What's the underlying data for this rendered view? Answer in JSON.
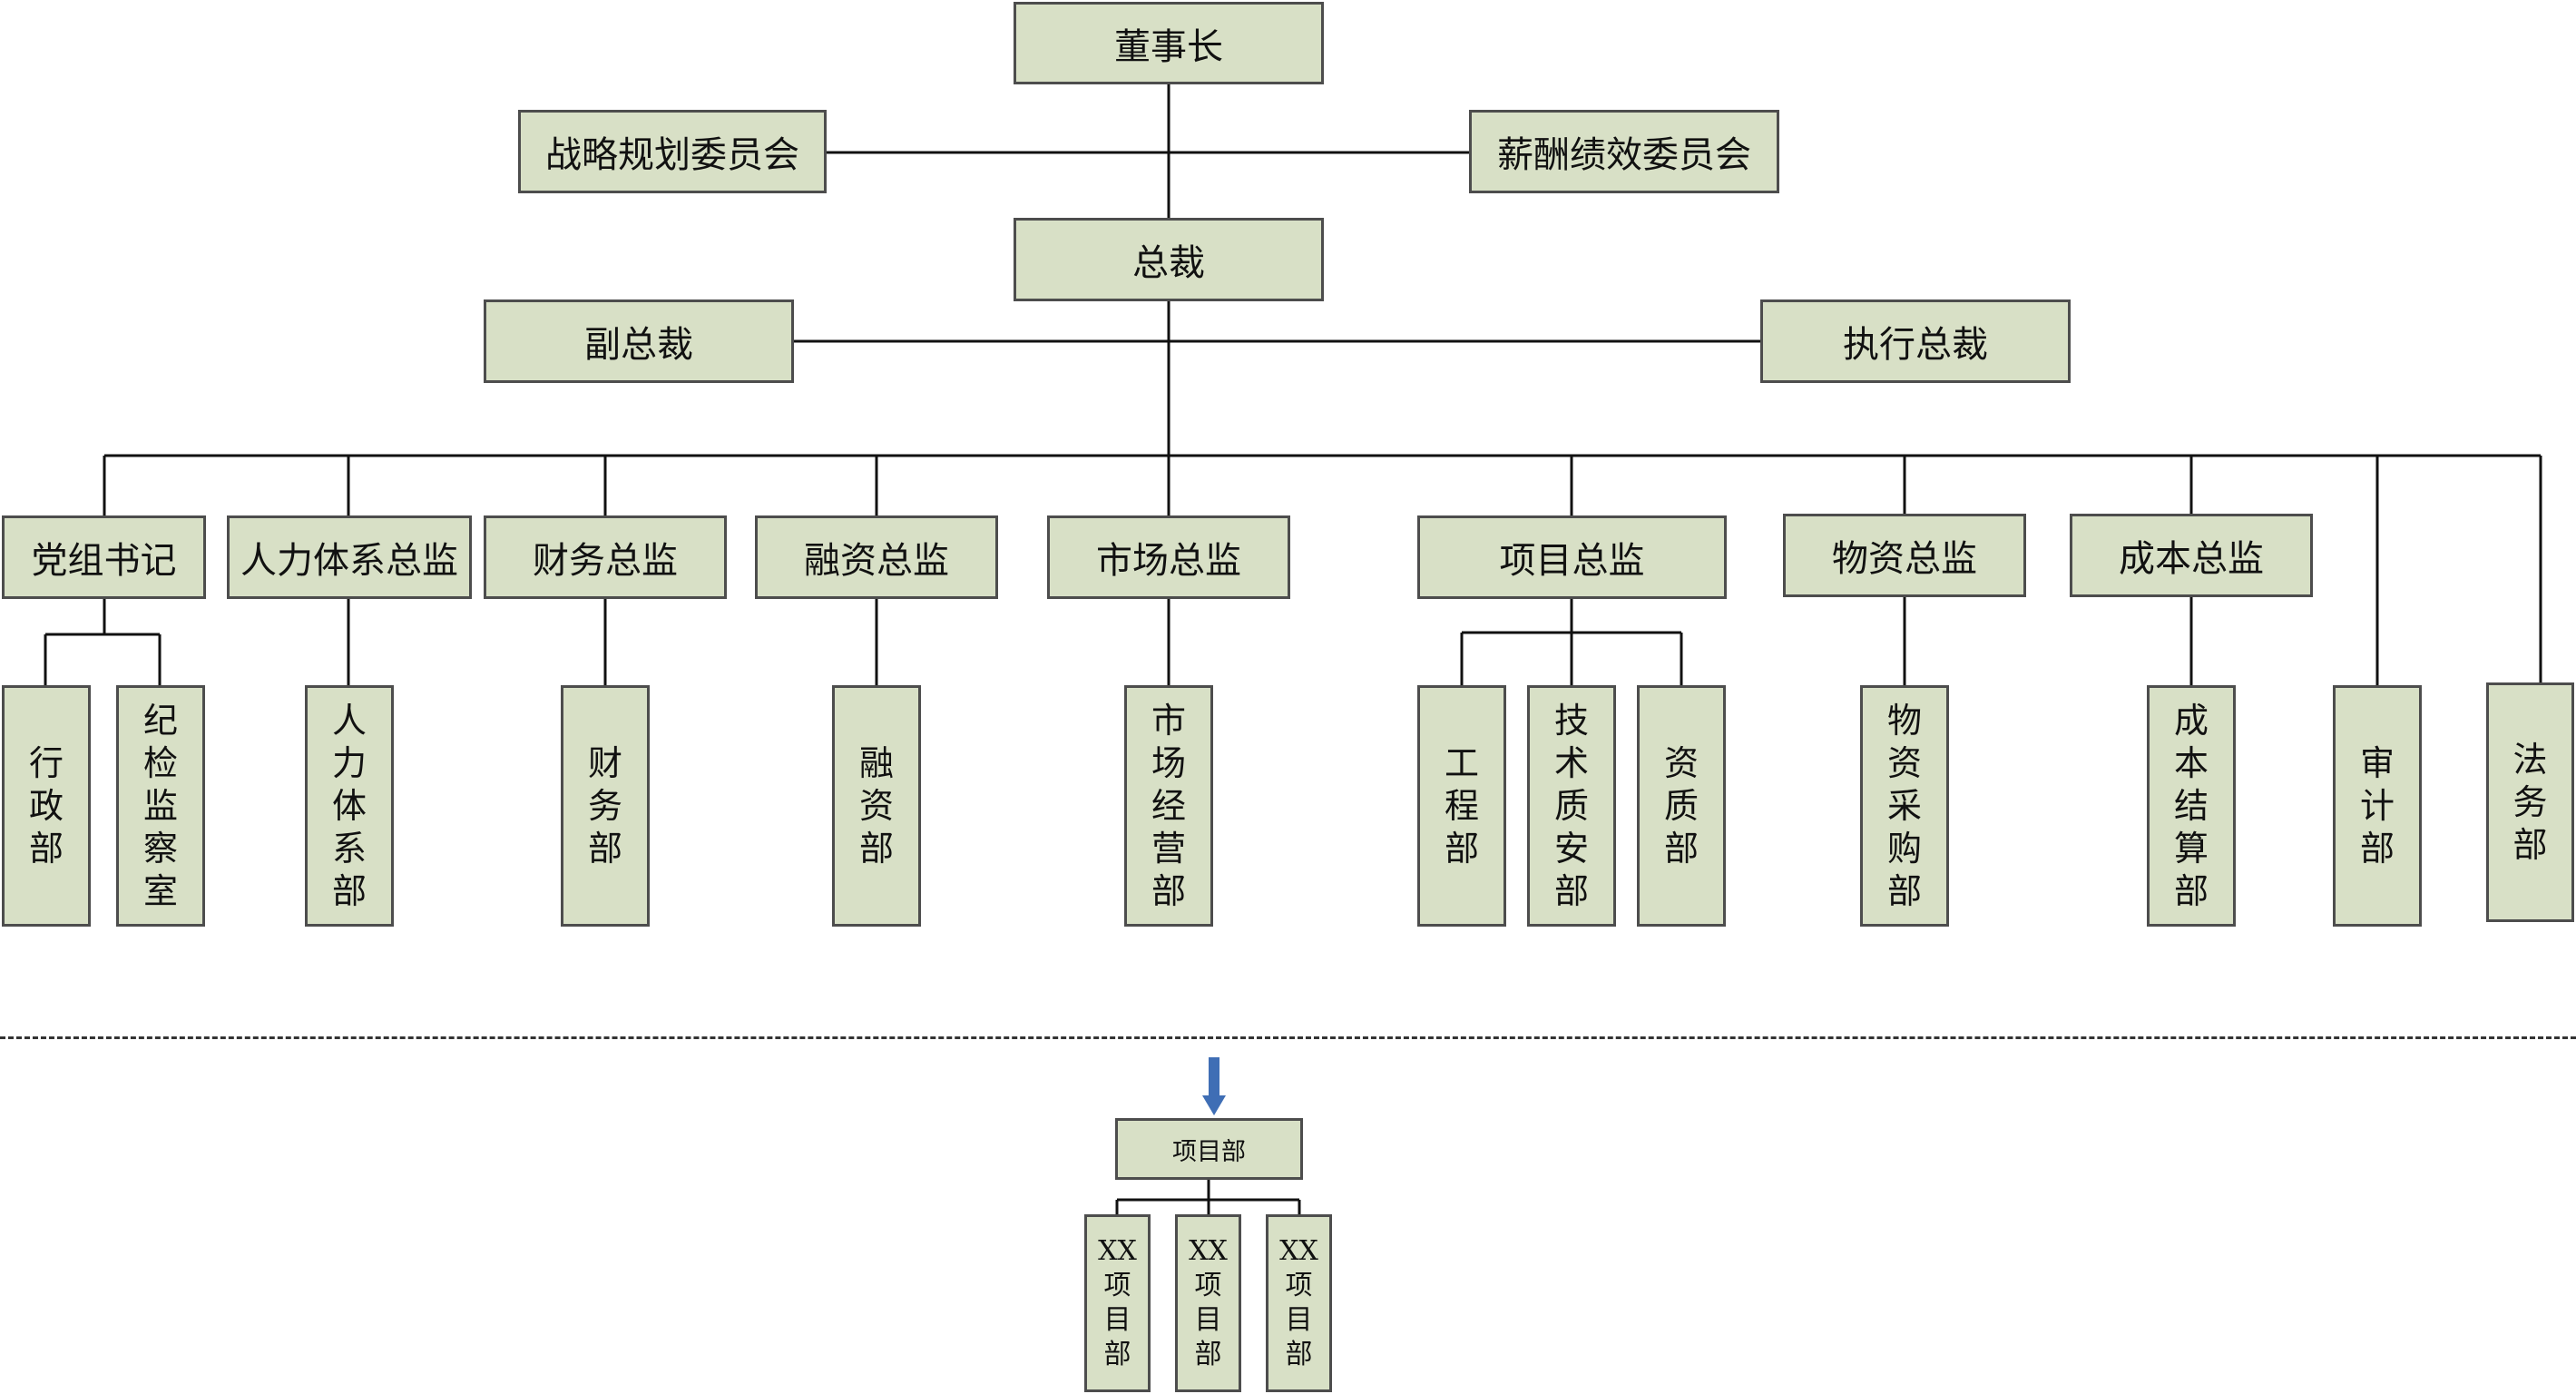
{
  "top": {
    "chairman": "董事长",
    "strategy_committee": "战略规划委员会",
    "compensation_committee": "薪酬绩效委员会",
    "president": "总裁",
    "vice_president": "副总裁",
    "executive_president": "执行总裁"
  },
  "directors": [
    {
      "label": "党组书记",
      "departments": [
        "行政部",
        "纪检监察室"
      ]
    },
    {
      "label": "人力体系总监",
      "departments": [
        "人力体系部"
      ]
    },
    {
      "label": "财务总监",
      "departments": [
        "财务部"
      ]
    },
    {
      "label": "融资总监",
      "departments": [
        "融资部"
      ]
    },
    {
      "label": "市场总监",
      "departments": [
        "市场经营部"
      ]
    },
    {
      "label": "项目总监",
      "departments": [
        "工程部",
        "技术质安部",
        "资质部"
      ]
    },
    {
      "label": "物资总监",
      "departments": [
        "物资采购部"
      ]
    },
    {
      "label": "成本总监",
      "departments": [
        "成本结算部"
      ]
    }
  ],
  "independent_departments": [
    "审计部",
    "法务部"
  ],
  "project_section": {
    "project_department": "项目部",
    "sub_projects": [
      "XX项目部",
      "XX项目部",
      "XX项目部"
    ]
  },
  "colors": {
    "box_fill": "#d8e0c6",
    "box_border": "#4d4d4d",
    "arrow": "#3f6eb5"
  }
}
